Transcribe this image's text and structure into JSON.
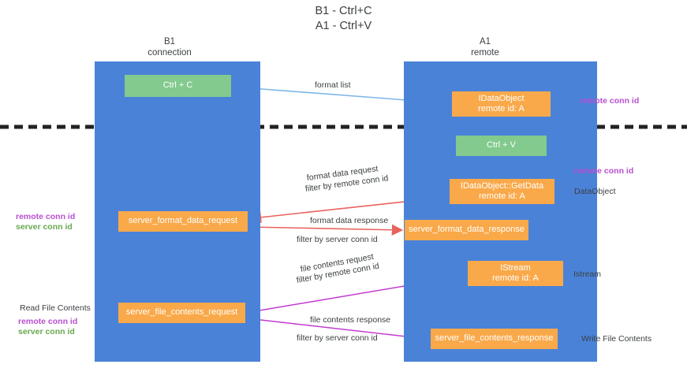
{
  "title": {
    "line1": "B1 - Ctrl+C",
    "line2": "A1 - Ctrl+V"
  },
  "columns": {
    "left": {
      "name": "B1",
      "role": "connection"
    },
    "right": {
      "name": "A1",
      "role": "remote"
    }
  },
  "nodes": {
    "ctrl_c": {
      "label": "Ctrl + C"
    },
    "data_object": {
      "label": "IDataObject",
      "sub": "remote id: A"
    },
    "ctrl_v": {
      "label": "Ctrl + V"
    },
    "get_data": {
      "label": "IDataObject::GetData",
      "sub": "remote id: A"
    },
    "server_format_data_request": {
      "label": "server_format_data_request"
    },
    "server_format_data_response": {
      "label": "server_format_data_response"
    },
    "istream": {
      "label": "IStream",
      "sub": "remote id: A"
    },
    "server_file_contents_request": {
      "label": "server_file_contents_request"
    },
    "server_file_contents_response": {
      "label": "server_file_contents_response"
    }
  },
  "labels": {
    "format_list": "format list",
    "remote_conn_id_1": "remote conn id",
    "format_data_request": "format data request",
    "filter_by_prefix": "filter by ",
    "remote_conn_id_filter": "remote conn id",
    "remote_conn_id_2": "remote conn id",
    "data_object_right": "DataObject",
    "format_data_response": "format data response",
    "server_conn_id_filter": "server conn id",
    "left_remote_conn_id_a": "remote conn id",
    "left_server_conn_id_a": "server conn id",
    "file_contents_request": "file contents request",
    "istream_right": "Istream",
    "read_file_contents": "Read File Contents",
    "left_remote_conn_id_b": "remote conn id",
    "left_server_conn_id_b": "server conn id",
    "file_contents_response": "file contents response",
    "write_file_contents": "Write File Contents"
  },
  "colors": {
    "lane": "#4a82d8",
    "green_node": "#82ca8d",
    "orange_node": "#f9a94a",
    "purple_text": "#b84fd0",
    "green_text": "#6aa84f",
    "arrow_blue": "#7eb6e8",
    "arrow_red": "#e8635e",
    "arrow_magenta": "#c23bd1",
    "arrow_dark": "#1a1a2e",
    "divider": "#222222"
  }
}
